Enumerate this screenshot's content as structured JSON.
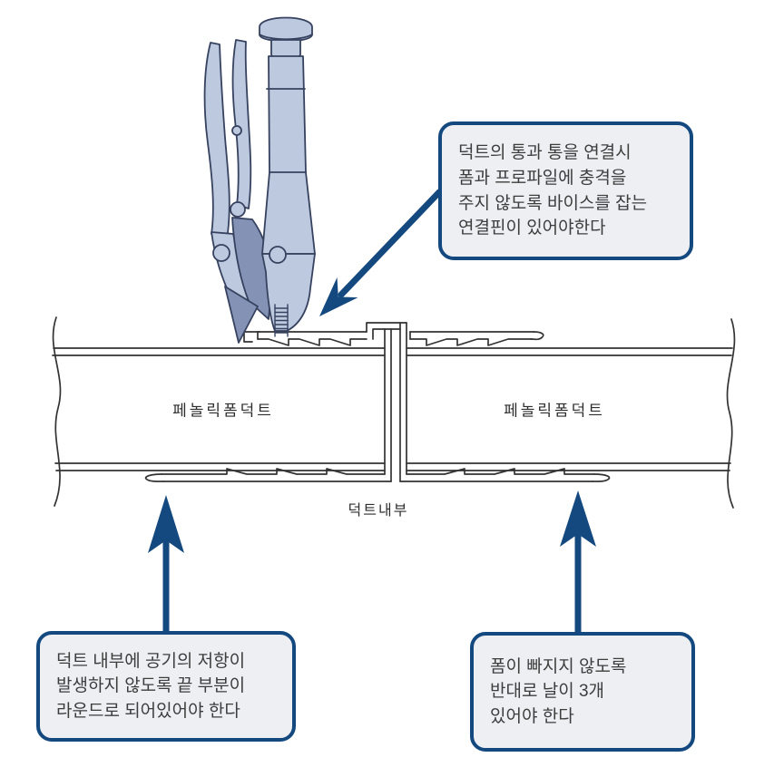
{
  "labels": {
    "duct_left": "페놀릭폼덕트",
    "duct_right": "페놀릭폼덕트",
    "duct_interior": "덕트내부"
  },
  "callouts": {
    "top": {
      "lines": [
        "덕트의 통과 통을 연결시",
        "폼과 프로파일에 충격을",
        "주지 않도록 바이스를 잡는",
        "연결핀이 있어야한다"
      ]
    },
    "bottom_left": {
      "lines": [
        "덕트 내부에 공기의 저항이",
        "발생하지 않도록 끝 부분이",
        "라운드로 되어있어야 한다"
      ]
    },
    "bottom_right": {
      "lines": [
        "폼이 빠지지 않도록",
        "반대로 날이 3개",
        "있어야 한다"
      ]
    }
  },
  "colors": {
    "accent_navy": "#14497f",
    "callout_bg": "#edeff2",
    "line_art": "#333333",
    "tool_light": "#bdc9de",
    "tool_dark": "#8493b5",
    "tool_outline": "#36425f",
    "text": "#3d3d3d"
  }
}
